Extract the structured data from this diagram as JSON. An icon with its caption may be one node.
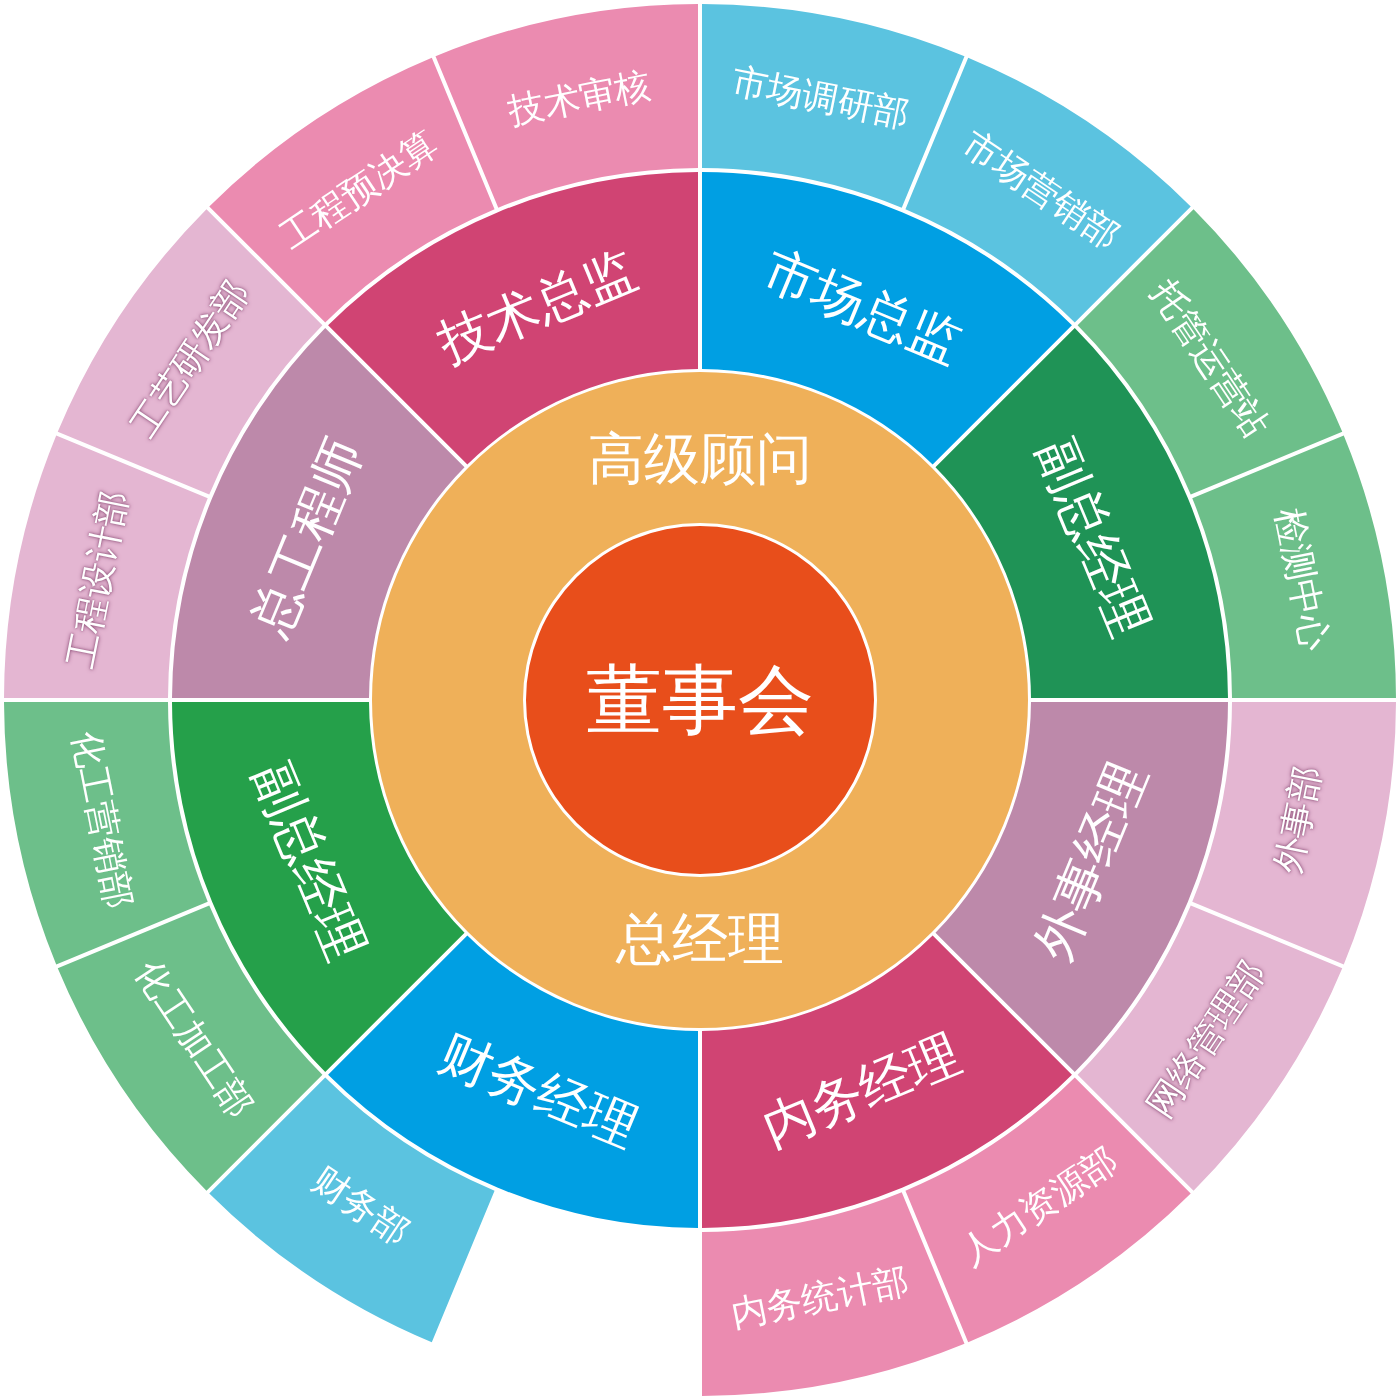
{
  "diagram": {
    "nodes": [
      {
        "text": [
          "高级顾问",
          "总经理"
        ]
      },
      {
        "text": [
          "董事会"
        ],
        "in": 0
      },
      {
        "text": [
          "市场总监"
        ]
      },
      {
        "text": [
          "副总经理"
        ]
      },
      {
        "text": [
          "外事经理"
        ]
      },
      {
        "text": [
          "内务经理"
        ]
      },
      {
        "text": [
          "财务经理"
        ]
      },
      {
        "text": [
          "副总经理"
        ]
      },
      {
        "text": [
          "总工程师"
        ]
      },
      {
        "text": [
          "技术总监"
        ]
      },
      {
        "text": [
          "市场调研部"
        ]
      },
      {
        "text": [
          "市场营销部"
        ]
      },
      {
        "text": [
          "托管运营站"
        ]
      },
      {
        "text": [
          "检测中心"
        ]
      },
      {
        "text": [
          "外事部"
        ]
      },
      {
        "text": [
          "网络管理部"
        ]
      },
      {
        "text": [
          "人力资源部"
        ]
      },
      {
        "text": [
          "内务统计部"
        ]
      },
      {
        "text": [
          "财务部"
        ]
      },
      {
        "text": [
          "化工加工部"
        ]
      },
      {
        "text": [
          "化工营销部"
        ]
      },
      {
        "text": [
          "工程设计部"
        ]
      },
      {
        "text": [
          "工艺研发部"
        ]
      },
      {
        "text": [
          "工程预决算"
        ]
      },
      {
        "text": [
          "技术审核"
        ]
      }
    ]
  }
}
